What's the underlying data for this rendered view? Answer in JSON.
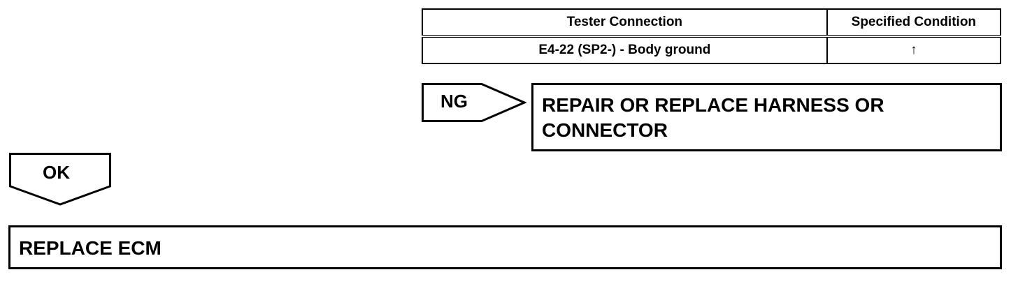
{
  "table": {
    "headers": [
      "Tester Connection",
      "Specified Condition"
    ],
    "rows": [
      [
        "E4-22 (SP2-) - Body ground",
        "↑"
      ]
    ]
  },
  "ng_tag": {
    "label": "NG"
  },
  "ng_result": {
    "text": "REPAIR OR REPLACE HARNESS OR CONNECTOR"
  },
  "ok_tag": {
    "label": "OK"
  },
  "ok_result": {
    "text": "REPLACE ECM"
  }
}
